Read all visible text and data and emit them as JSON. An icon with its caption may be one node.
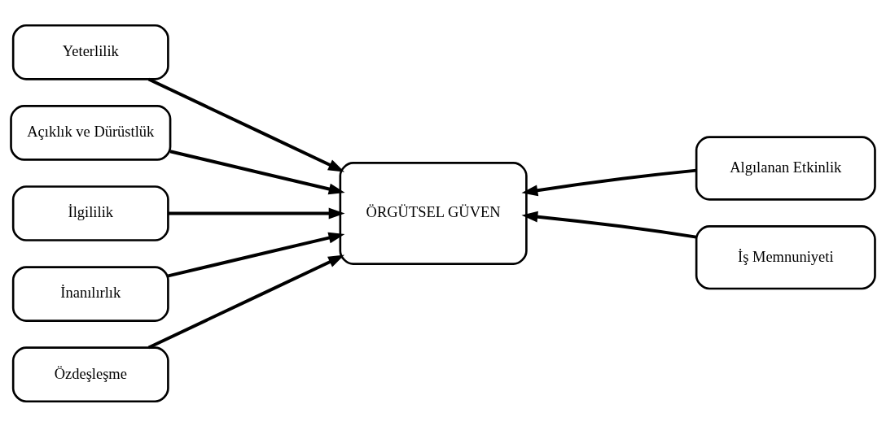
{
  "diagram": {
    "nodes": [
      {
        "text": [
          "Yeterlilik"
        ]
      },
      {
        "text": [
          "Açıklık ve Dürüstlük"
        ]
      },
      {
        "text": [
          "İlgililik"
        ]
      },
      {
        "text": [
          "İnanılırlık"
        ]
      },
      {
        "text": [
          "Özdeşleşme"
        ]
      },
      {
        "text": [
          "ÖRGÜTSEL GÜVEN"
        ]
      },
      {
        "text": [
          "Algılanan Etkinlik"
        ]
      },
      {
        "text": [
          "İş Memnuniyeti"
        ]
      }
    ],
    "edges": [
      {
        "from": 0,
        "to": 5,
        "arrow": "to"
      },
      {
        "from": 1,
        "to": 5,
        "arrow": "to"
      },
      {
        "from": 2,
        "to": 5,
        "arrow": "to"
      },
      {
        "from": 3,
        "to": 5,
        "arrow": "to"
      },
      {
        "from": 4,
        "to": 5,
        "arrow": "to"
      },
      {
        "from": 6,
        "to": 5,
        "arrow": "to"
      },
      {
        "from": 7,
        "to": 5,
        "arrow": "to"
      }
    ]
  }
}
